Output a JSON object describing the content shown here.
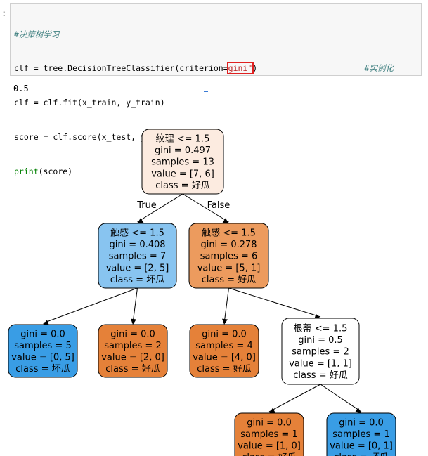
{
  "prompt": ":",
  "code": {
    "comment_title": "#决策树学习",
    "line1_pre": "clf = tree.DecisionTreeClassifier(criterion=",
    "line1_str": "gini\"",
    "line1_post": ")",
    "comment_inst": "#实例化",
    "line2": "clf = clf.fit(x_train, y_train)",
    "line3": "score = clf.score(x_test, y_test)",
    "line4_fn": "print",
    "line4_args": "(score)"
  },
  "output": "0.5",
  "tree": {
    "nodes": [
      {
        "id": "root",
        "lines": [
          "纹理 <= 1.5",
          "gini = 0.497",
          "samples = 13",
          "value = [7, 6]",
          "class = 好瓜"
        ],
        "fill": "#fcebe0"
      },
      {
        "id": "l1",
        "lines": [
          "触感 <= 1.5",
          "gini = 0.408",
          "samples = 7",
          "value = [2, 5]",
          "class = 坏瓜"
        ],
        "fill": "#88c4f0"
      },
      {
        "id": "r1",
        "lines": [
          "触感 <= 1.5",
          "gini = 0.278",
          "samples = 6",
          "value = [5, 1]",
          "class = 好瓜"
        ],
        "fill": "#ec9b5e"
      },
      {
        "id": "ll",
        "lines": [
          "gini = 0.0",
          "samples = 5",
          "value = [0, 5]",
          "class = 坏瓜"
        ],
        "fill": "#399de5"
      },
      {
        "id": "lr",
        "lines": [
          "gini = 0.0",
          "samples = 2",
          "value = [2, 0]",
          "class = 好瓜"
        ],
        "fill": "#e58139"
      },
      {
        "id": "rl",
        "lines": [
          "gini = 0.0",
          "samples = 4",
          "value = [4, 0]",
          "class = 好瓜"
        ],
        "fill": "#e58139"
      },
      {
        "id": "rr",
        "lines": [
          "根蒂 <= 1.5",
          "gini = 0.5",
          "samples = 2",
          "value = [1, 1]",
          "class = 好瓜"
        ],
        "fill": "#ffffff"
      },
      {
        "id": "rrl",
        "lines": [
          "gini = 0.0",
          "samples = 1",
          "value = [1, 0]",
          "class = 好瓜"
        ],
        "fill": "#e58139"
      },
      {
        "id": "rrr",
        "lines": [
          "gini = 0.0",
          "samples = 1",
          "value = [0, 1]",
          "class = 坏瓜"
        ],
        "fill": "#399de5"
      }
    ],
    "edges": [
      {
        "from": "root",
        "to": "l1",
        "label": "True"
      },
      {
        "from": "root",
        "to": "r1",
        "label": "False"
      },
      {
        "from": "l1",
        "to": "ll",
        "label": ""
      },
      {
        "from": "l1",
        "to": "lr",
        "label": ""
      },
      {
        "from": "r1",
        "to": "rl",
        "label": ""
      },
      {
        "from": "r1",
        "to": "rr",
        "label": ""
      },
      {
        "from": "rr",
        "to": "rrl",
        "label": ""
      },
      {
        "from": "rr",
        "to": "rrr",
        "label": ""
      }
    ]
  }
}
